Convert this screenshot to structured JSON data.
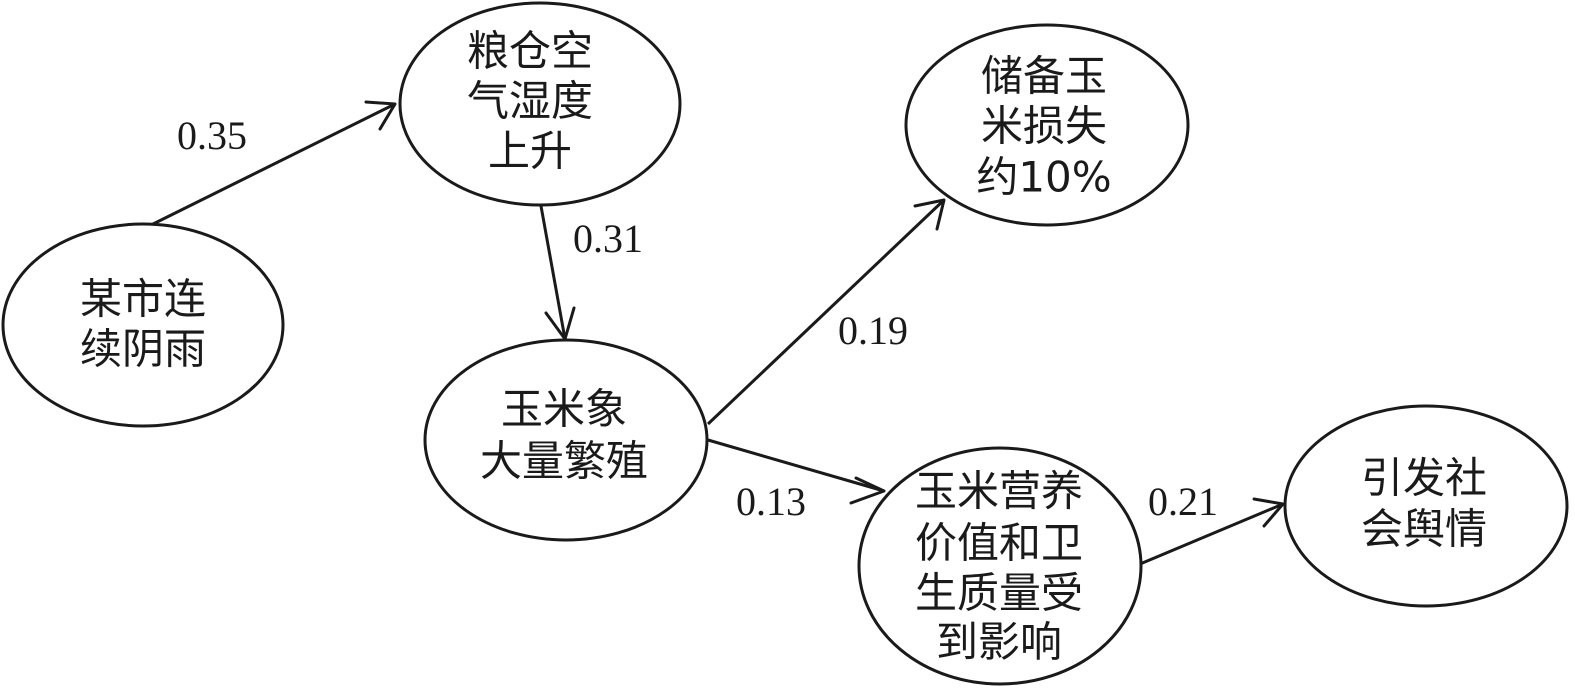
{
  "nodes": {
    "rain": {
      "lines": [
        "某市连",
        "续阴雨"
      ]
    },
    "humidity": {
      "lines": [
        "粮仓空",
        "气湿度",
        "上升"
      ]
    },
    "weevil": {
      "lines": [
        "玉米象",
        "大量繁殖"
      ]
    },
    "loss": {
      "lines": [
        "储备玉",
        "米损失",
        "约10%"
      ]
    },
    "quality": {
      "lines": [
        "玉米营养",
        "价值和卫",
        "生质量受",
        "到影响"
      ]
    },
    "opinion": {
      "lines": [
        "引发社",
        "会舆情"
      ]
    }
  },
  "edges": {
    "rain_humidity": {
      "label": "0.35"
    },
    "humidity_weevil": {
      "label": "0.31"
    },
    "weevil_loss": {
      "label": "0.19"
    },
    "weevil_quality": {
      "label": "0.13"
    },
    "quality_opinion": {
      "label": "0.21"
    }
  }
}
